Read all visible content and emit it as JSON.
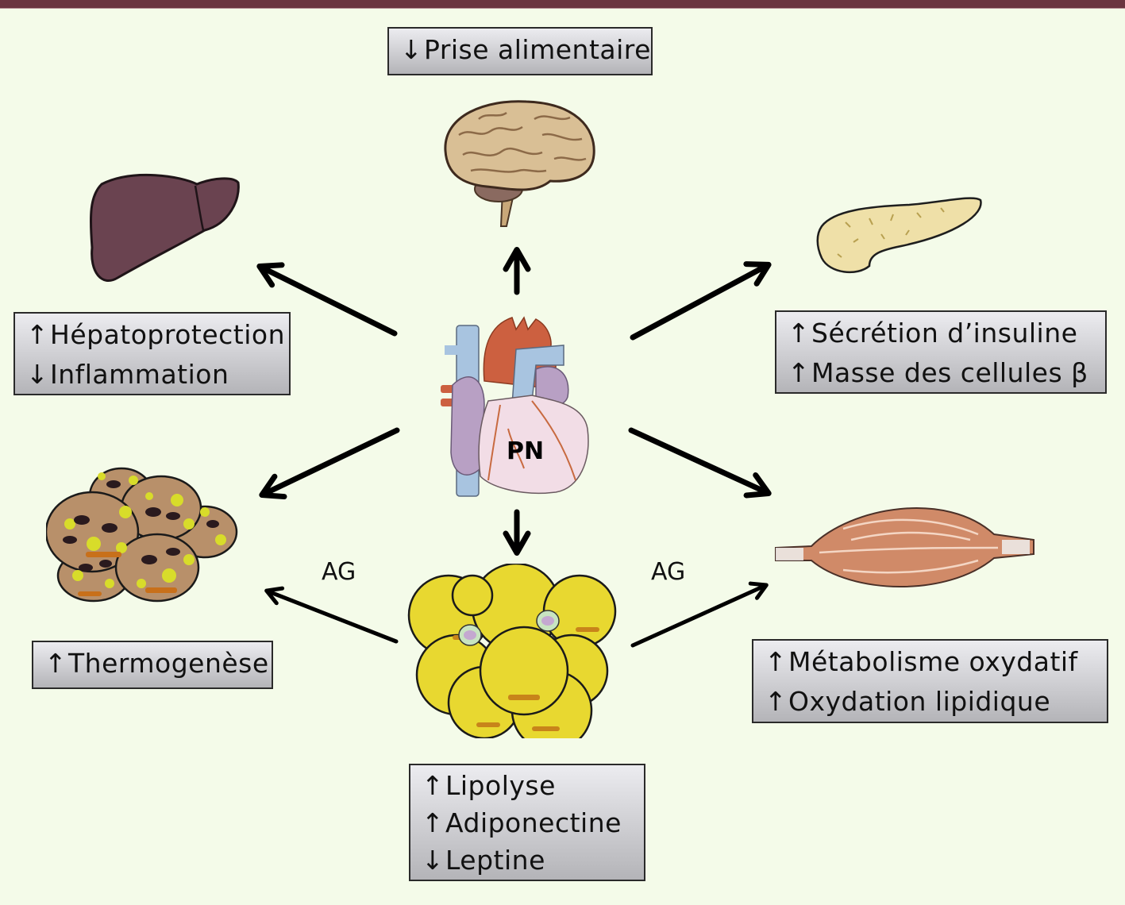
{
  "figure": {
    "center": {
      "label": "PN",
      "organ": "heart-icon"
    },
    "nodes": [
      {
        "id": "brain",
        "organ": "brain-icon",
        "effects": [
          {
            "direction": "↓",
            "text": "Prise alimentaire"
          }
        ]
      },
      {
        "id": "liver",
        "organ": "liver-icon",
        "effects": [
          {
            "direction": "↑",
            "text": "Hépatoprotection"
          },
          {
            "direction": "↓",
            "text": "Inflammation"
          }
        ]
      },
      {
        "id": "pancreas",
        "organ": "pancreas-icon",
        "effects": [
          {
            "direction": "↑",
            "text": "Sécrétion d’insuline"
          },
          {
            "direction": "↑",
            "text": "Masse des cellules β"
          }
        ]
      },
      {
        "id": "brown-fat",
        "organ": "brown-adipocytes-icon",
        "effects": [
          {
            "direction": "↑",
            "text": "Thermogenèse"
          }
        ]
      },
      {
        "id": "muscle",
        "organ": "muscle-icon",
        "effects": [
          {
            "direction": "↑",
            "text": "Métabolisme oxydatif"
          },
          {
            "direction": "↑",
            "text": "Oxydation lipidique"
          }
        ]
      },
      {
        "id": "white-fat",
        "organ": "white-adipocytes-icon",
        "effects": [
          {
            "direction": "↑",
            "text": "Lipolyse"
          },
          {
            "direction": "↑",
            "text": "Adiponectine"
          },
          {
            "direction": "↓",
            "text": "Leptine"
          }
        ]
      }
    ],
    "edge_labels": {
      "left": "AG",
      "right": "AG"
    }
  },
  "colors": {
    "top_bar": "#6b3540",
    "background": "#f4fbe9"
  }
}
